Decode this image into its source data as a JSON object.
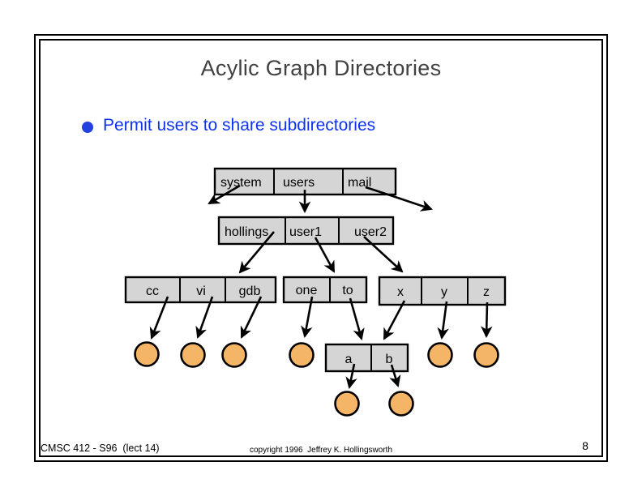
{
  "slide": {
    "title": "Acylic Graph Directories",
    "bullet": "Permit users to share subdirectories",
    "footer_left": "CMSC 412 - S96  (lect 14)",
    "footer_center": "copyright 1996  Jeffrey K. Hollingsworth",
    "page_number": "8"
  },
  "icons": {
    "bullet": "filled-circle",
    "file_node": "filled-circle",
    "arrow": "stealth-arrowhead"
  },
  "colors": {
    "bullet_blue": "#0d33f0",
    "bullet_dot_blue": "#2441e0",
    "title_gray": "#414141",
    "box_fill_gray": "#d5d5d5",
    "file_fill_orange": "#f5b566",
    "line_black": "#000000",
    "background": "#ffffff"
  },
  "diagram": {
    "root_row": [
      "system",
      "users",
      "mail"
    ],
    "second_row": [
      "hollings",
      "user1",
      "user2"
    ],
    "hollings_children": [
      "cc",
      "vi",
      "gdb"
    ],
    "user1_children": [
      "one",
      "to"
    ],
    "user2_children": [
      "x",
      "y",
      "z"
    ],
    "shared_dir": [
      "a",
      "b"
    ]
  }
}
